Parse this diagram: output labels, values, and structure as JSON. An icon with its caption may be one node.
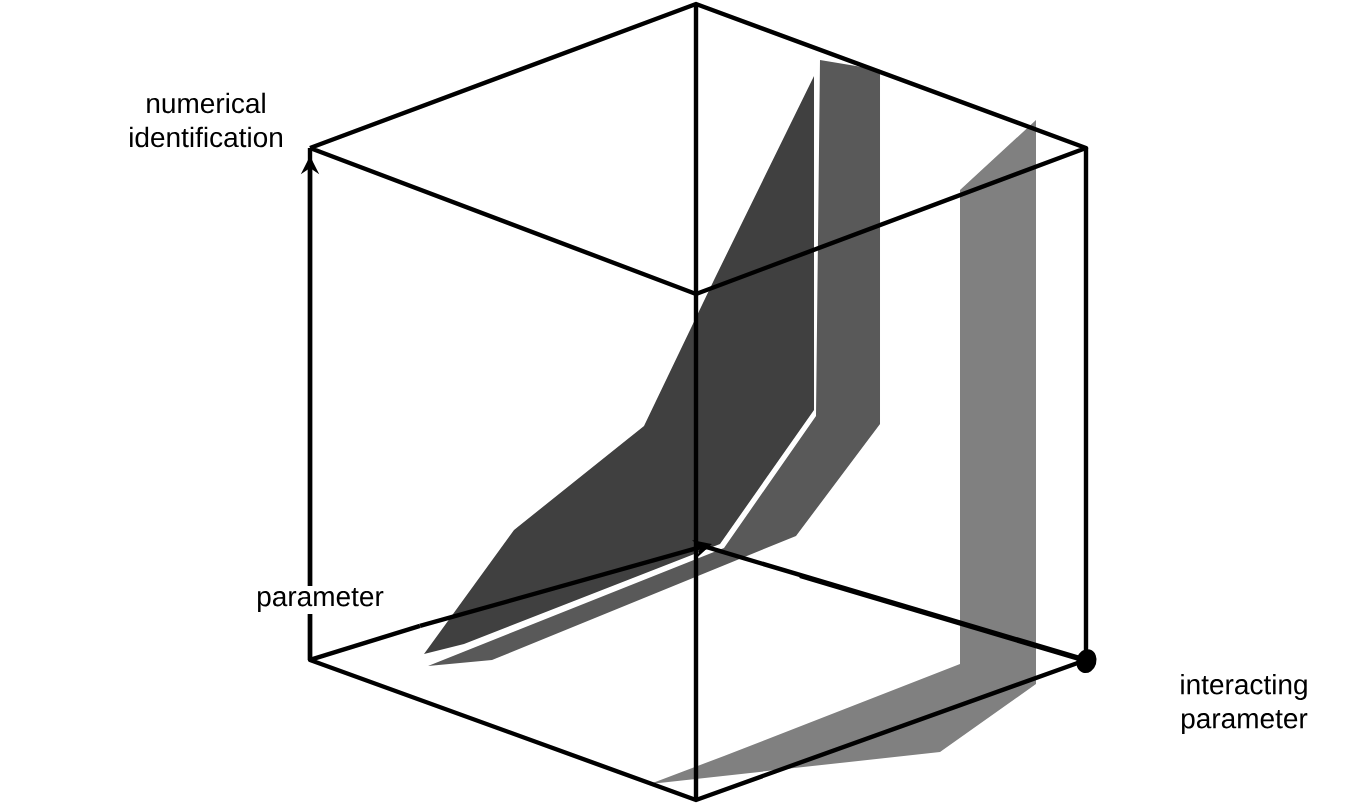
{
  "diagram": {
    "labels": [
      "numerical identification",
      "parameter",
      "interacting parameter"
    ]
  }
}
